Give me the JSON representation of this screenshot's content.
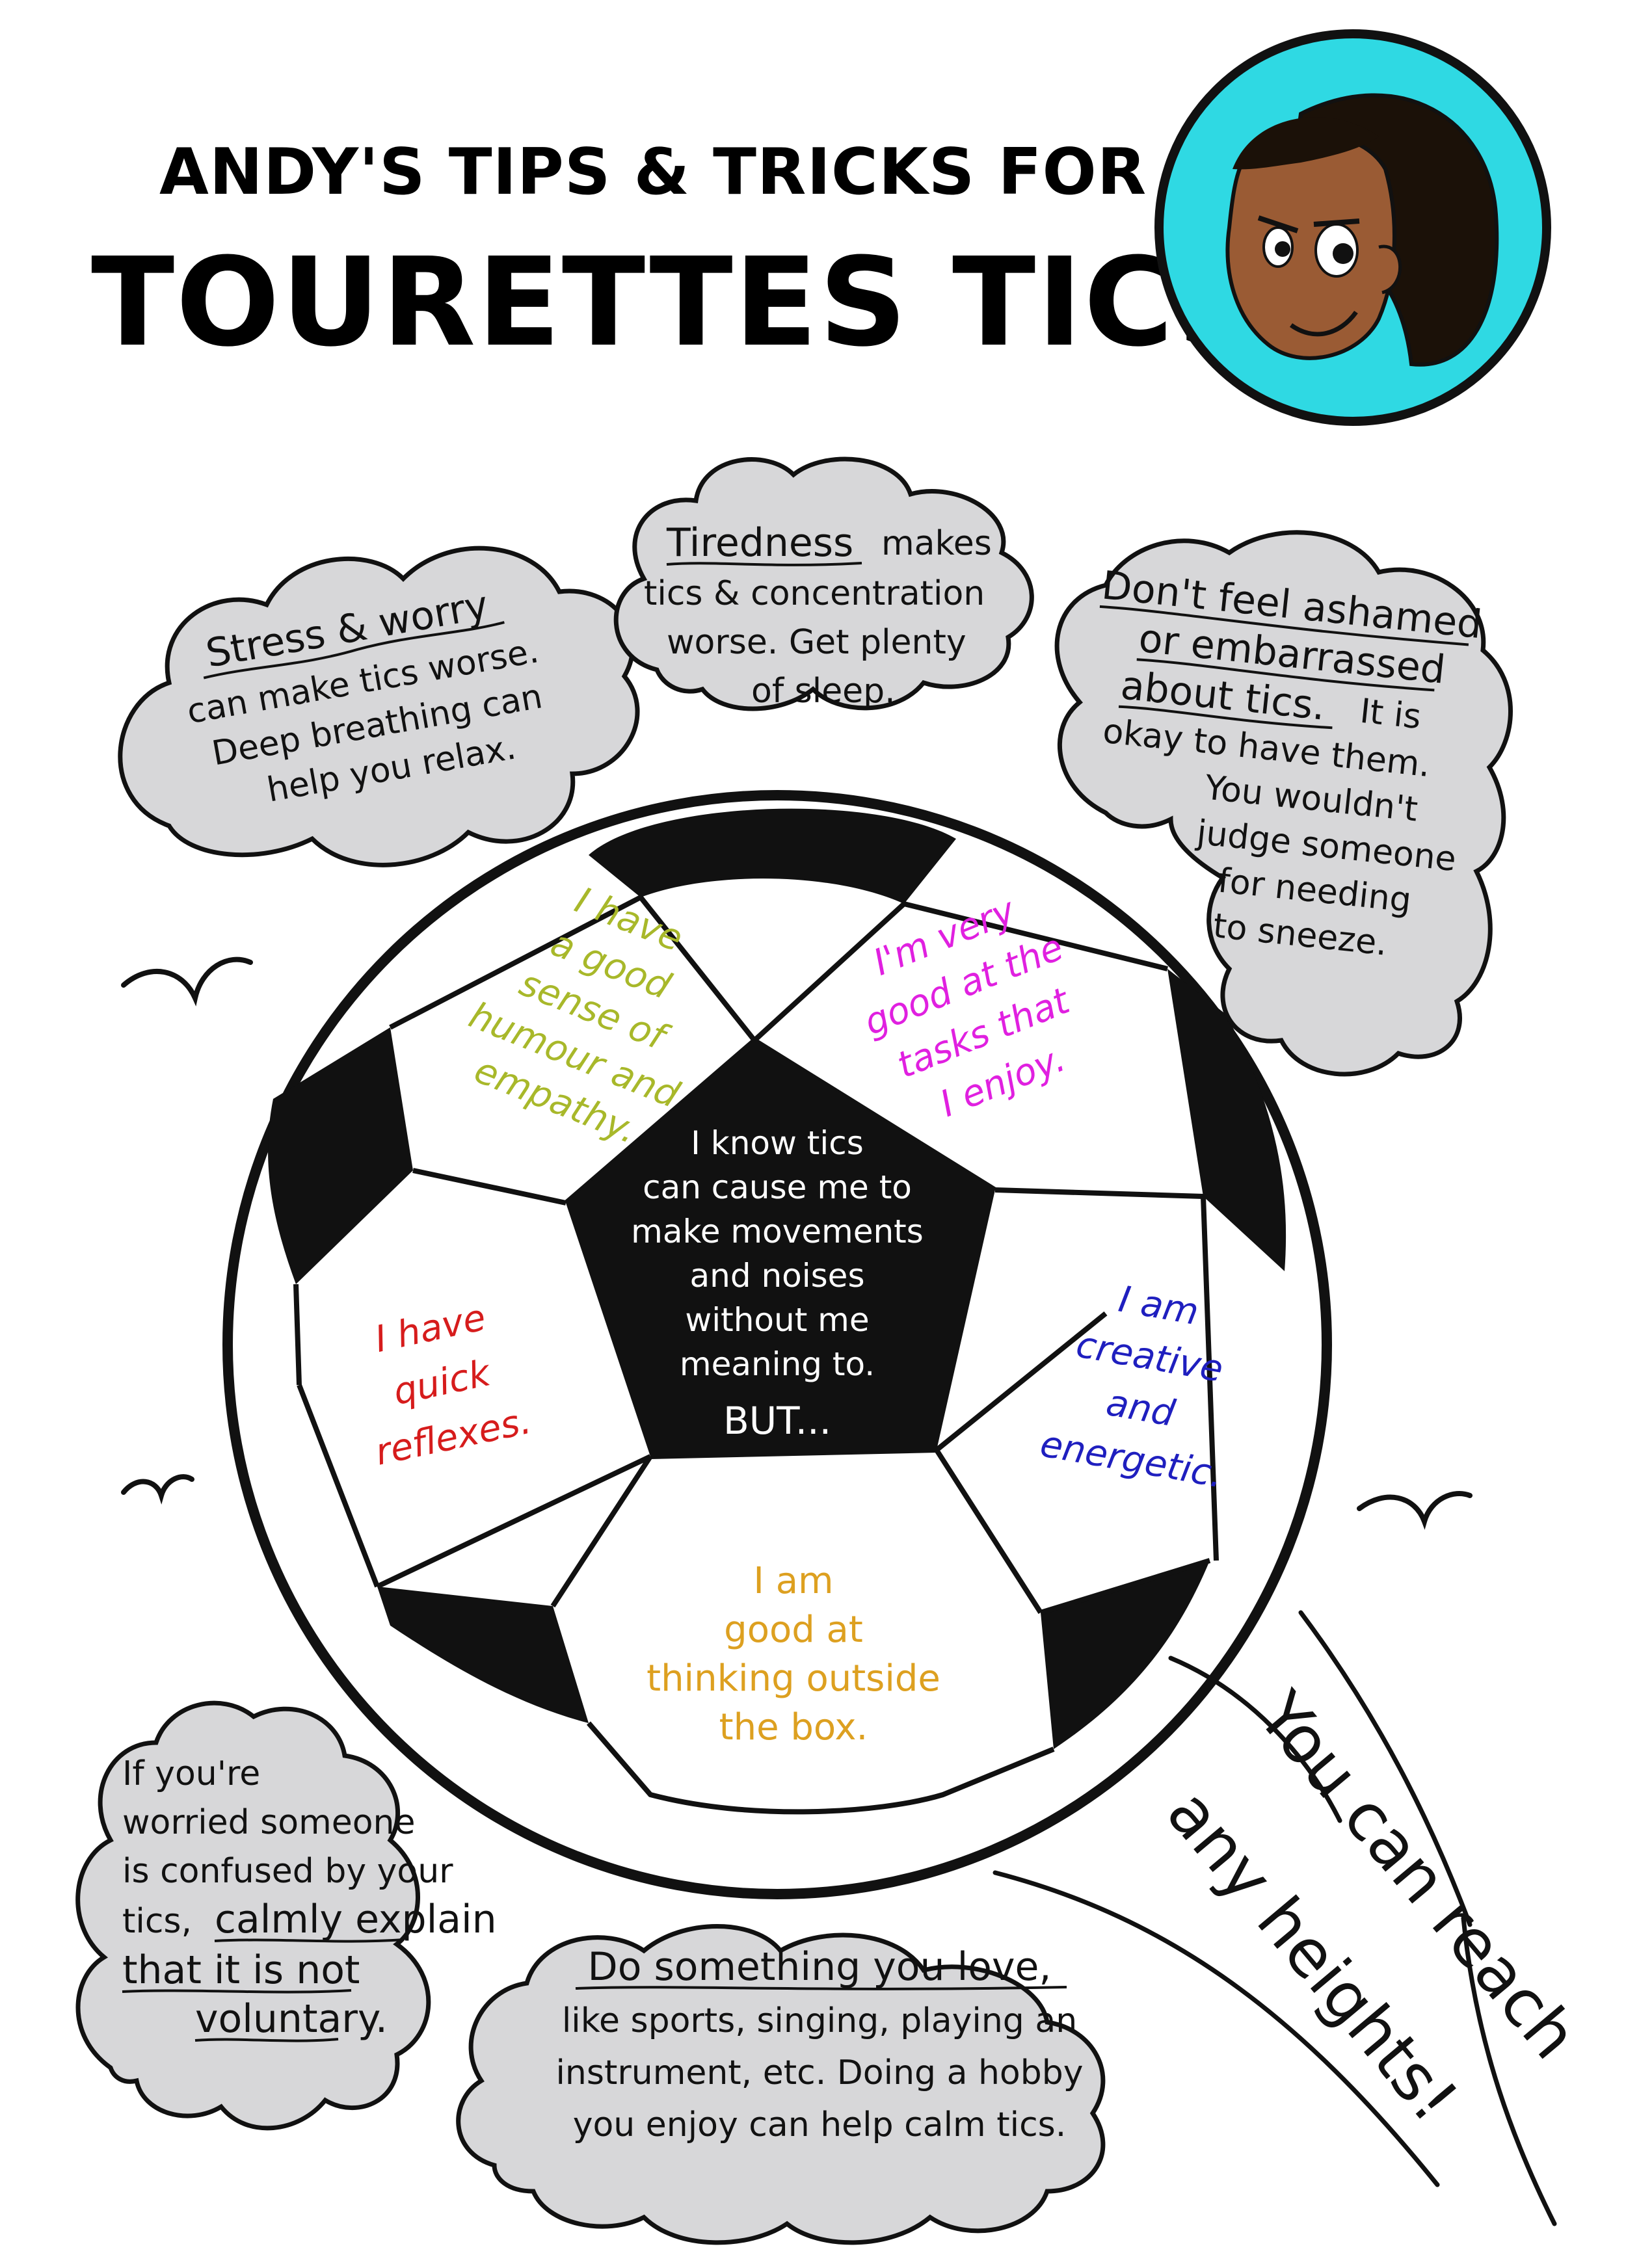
{
  "title": {
    "line1": "ANDY'S TIPS & TRICKS FOR",
    "line2": "TOURETTES TICS"
  },
  "colors": {
    "avatar_bg": "#2fd9e3",
    "cloud": "#d7d7d9",
    "olive": "#a8b82a",
    "magenta": "#e020e0",
    "red": "#d61c1c",
    "blue": "#1f1fbf",
    "gold": "#dda020"
  },
  "tips": {
    "stress": {
      "head": "Stress & worry",
      "lines": [
        "can make tics worse.",
        "Deep breathing can",
        "help you relax."
      ]
    },
    "tiredness": {
      "head": "Tiredness",
      "head_rest": "makes",
      "lines": [
        "tics & concentration",
        "worse. Get plenty",
        "of sleep."
      ]
    },
    "ashamed": {
      "head_lines": [
        "Don't feel ashamed",
        "or embarrassed",
        "about tics."
      ],
      "head_rest": "It is",
      "lines": [
        "okay to have them.",
        "You wouldn't",
        "judge someone",
        "for needing",
        "to sneeze."
      ]
    },
    "explain": {
      "lines": [
        "If you're",
        "worried someone",
        "is confused by your"
      ],
      "mixed_line": {
        "plain": "tics,",
        "emph": "calmly explain"
      },
      "emph_lines": [
        "that it is not",
        "voluntary."
      ]
    },
    "hobby": {
      "head": "Do something you love,",
      "lines": [
        "like sports, singing, playing an",
        "instrument, etc. Doing a hobby",
        "you enjoy can help calm tics."
      ]
    }
  },
  "ball": {
    "center": {
      "lines": [
        "I know tics",
        "can cause me to",
        "make movements",
        "and noises",
        "without me",
        "meaning to."
      ],
      "but": "BUT..."
    },
    "humour": {
      "lines": [
        "I have",
        "a good",
        "sense of",
        "humour and",
        "empathy."
      ]
    },
    "good_at": {
      "lines": [
        "I'm very",
        "good at the",
        "tasks that",
        "I enjoy."
      ]
    },
    "reflexes": {
      "lines": [
        "I have",
        "quick",
        "reflexes."
      ]
    },
    "creative": {
      "lines": [
        "I am",
        "creative",
        "and",
        "energetic."
      ]
    },
    "outside": {
      "lines": [
        "I am",
        "good at",
        "thinking outside",
        "the box."
      ]
    }
  },
  "slogan": {
    "line1": "You can reach",
    "line2": "any heights!"
  },
  "icons": {
    "avatar": "andy-face-illustration",
    "birds": "bird-icon"
  }
}
